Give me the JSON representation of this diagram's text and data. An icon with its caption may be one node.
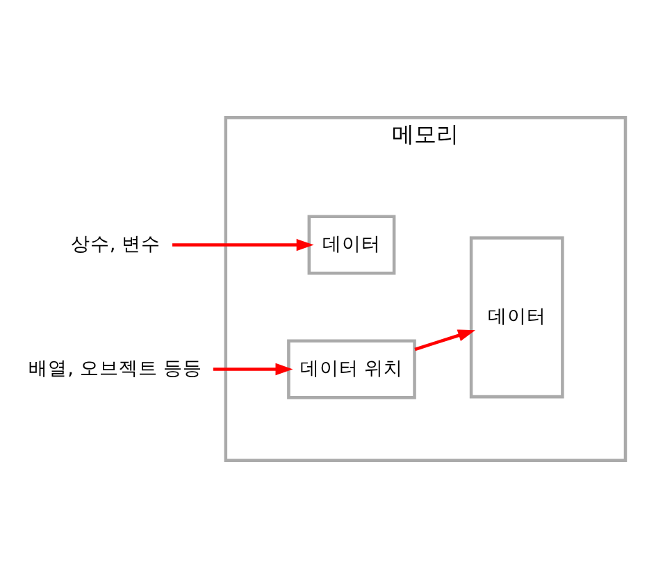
{
  "diagram": {
    "nodes": [
      {
        "text": [
          "메모리"
        ]
      },
      {
        "text": [
          "상수, 변수"
        ]
      },
      {
        "text": [
          "데이터"
        ],
        "in": 0
      },
      {
        "text": [
          "배열, 오브젝트 등등"
        ]
      },
      {
        "text": [
          "데이터 위치"
        ],
        "in": 0
      },
      {
        "text": [
          "데이터"
        ],
        "in": 0
      }
    ],
    "edges": [
      {
        "from": 1,
        "to": 2,
        "arrow": "to"
      },
      {
        "from": 3,
        "to": 4,
        "arrow": "to"
      },
      {
        "from": 4,
        "to": 5,
        "arrow": "to"
      }
    ]
  }
}
